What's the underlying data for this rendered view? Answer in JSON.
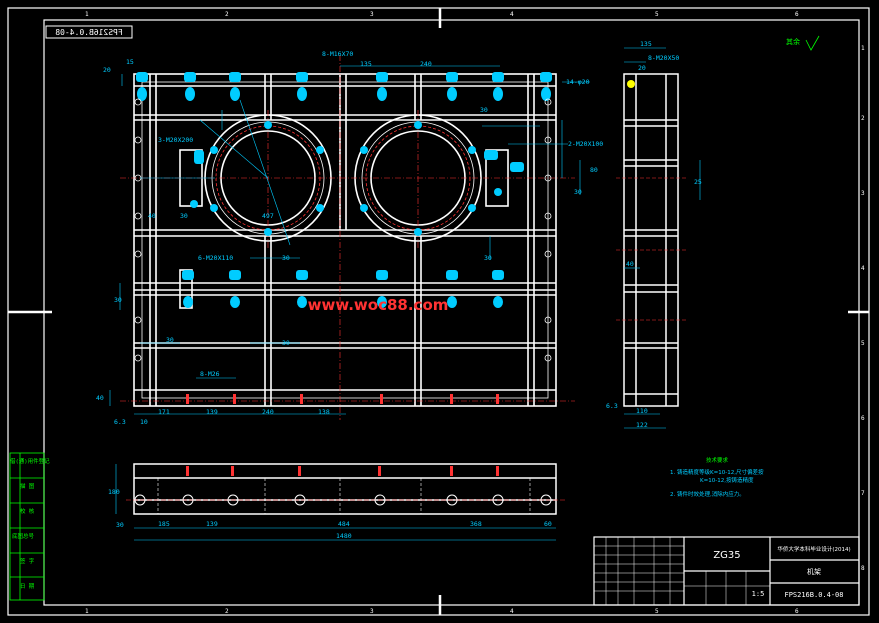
{
  "title_block": {
    "material": "ZG35",
    "school": "华侨大学本科毕业设计(2014)",
    "part_name": "机架",
    "drawing_number": "FPS216B.0.4-08",
    "scale": "1:5",
    "mirrored_number": "FPS216B.0.4-08"
  },
  "watermark": "www.woc88.com",
  "roughness_note": "其余",
  "tech_requirements": {
    "title": "技术要求",
    "line1": "1. 铸造精度等级K=10-12,尺寸偏差按",
    "line1b": "K=10-12,按铸造精度",
    "line2": "2. 铸件时效处理,消除内应力。"
  },
  "side_labels": [
    "借(通)用件登记",
    "描 图",
    "校 核",
    "底图总号",
    "签 字",
    "日 期"
  ],
  "border_numbers": {
    "top": [
      "1",
      "2",
      "3",
      "4",
      "5",
      "6"
    ],
    "right": [
      "1",
      "2",
      "3",
      "4",
      "5",
      "6",
      "7",
      "8"
    ]
  },
  "callouts": {
    "m16x70": "8-M16X70",
    "m20x200": "3-M20X200",
    "m20x110": "6-M20X110",
    "m20x100": "2-M20X100",
    "m20x50": "8-M20X50",
    "m26": "8-M26",
    "phi20": "14-φ20"
  },
  "dims": {
    "d135": "135",
    "d240": "240",
    "d20": "20",
    "d15": "15",
    "d30": "30",
    "d40": "40",
    "d6_3": "6.3",
    "d171": "171",
    "d139": "139",
    "d138": "138",
    "d10": "10",
    "d497": "497",
    "d80": "80",
    "d25": "25",
    "d110": "110",
    "d122": "122",
    "d180": "180",
    "d185": "185",
    "d484": "484",
    "d368": "368",
    "d60": "60",
    "d1480": "1480"
  }
}
